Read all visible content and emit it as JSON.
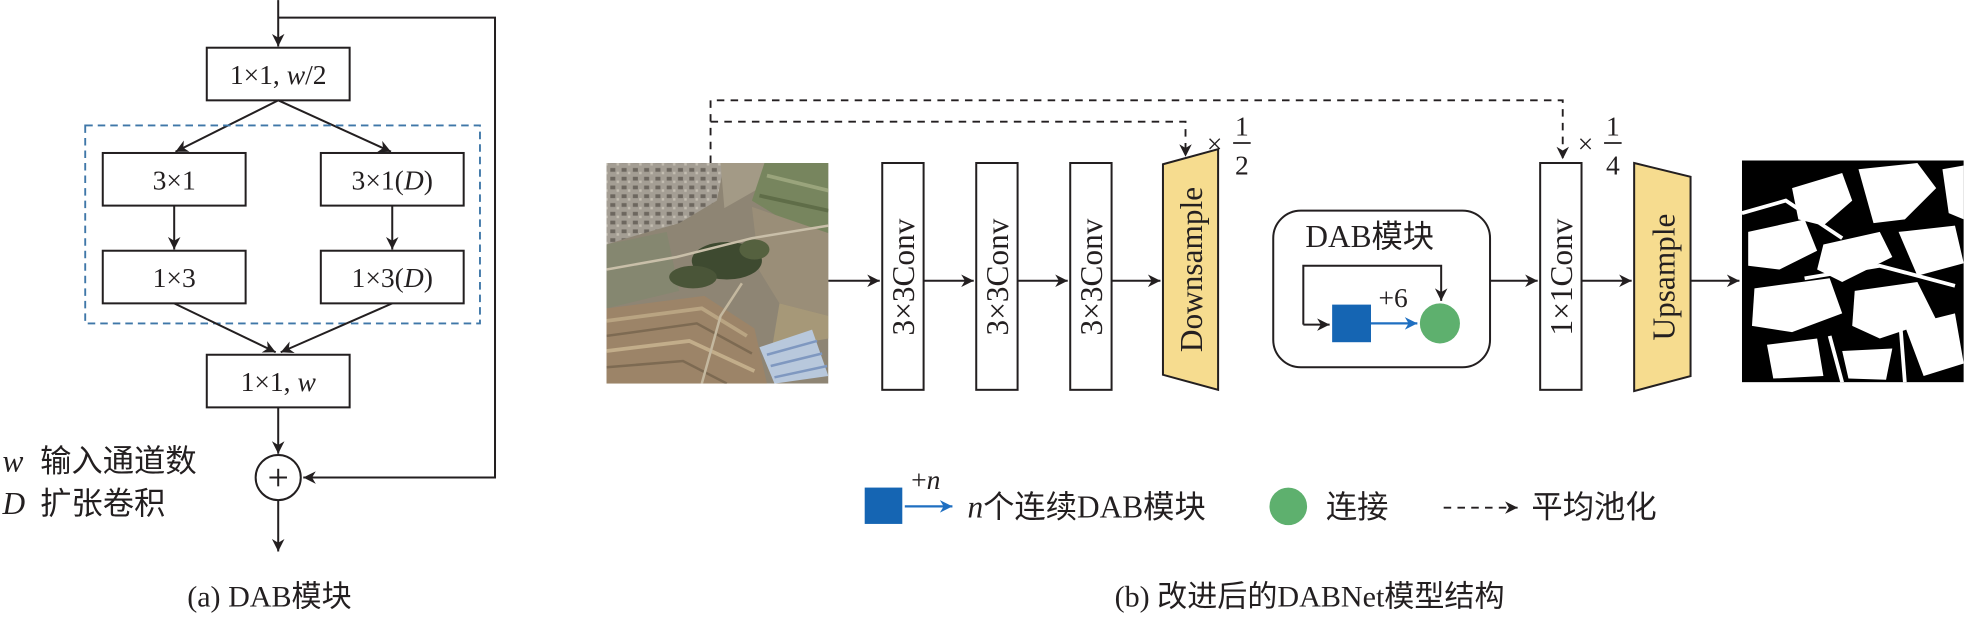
{
  "panel_a": {
    "input_box": {
      "prefix": "1×1, ",
      "var": "w",
      "suffix": "/2"
    },
    "left_branch": [
      "3×1",
      "1×3"
    ],
    "right_branch": [
      {
        "prefix": "3×1(",
        "var": "D",
        "suffix": ")"
      },
      {
        "prefix": "1×3(",
        "var": "D",
        "suffix": ")"
      }
    ],
    "output_box": {
      "prefix": "1×1, ",
      "var": "w"
    },
    "legend": [
      {
        "symbol": "w",
        "meaning": "输入通道数"
      },
      {
        "symbol": "D",
        "meaning": "扩张卷积"
      }
    ],
    "caption": "(a) DAB模块"
  },
  "panel_b": {
    "conv_blocks": [
      "3×3Conv",
      "3×3Conv",
      "3×3Conv"
    ],
    "downsample": "Downsample",
    "pool_half": {
      "times": "×",
      "numerator": "1",
      "denominator": "2"
    },
    "dab_module": {
      "title": "DAB模块",
      "repeat": "+6"
    },
    "conv1x1": "1×1Conv",
    "pool_quarter": {
      "times": "×",
      "numerator": "1",
      "denominator": "4"
    },
    "upsample": "Upsample",
    "legend": {
      "repeat_symbol": {
        "plus": "+",
        "var": "n"
      },
      "repeat_text": {
        "var": "n",
        "text": "个连续DAB模块"
      },
      "concat": "连接",
      "avg_pool": "平均池化"
    },
    "caption": "(b) 改进后的DABNet模型结构"
  },
  "colors": {
    "dashed_region": "#3f77a8",
    "legend_text": "#1f2677",
    "sampling_block": "#f6dc8f",
    "dab_block": "#1565b3",
    "repeat_label": "#1f6fc1",
    "concat_node": "#5eb06e"
  }
}
